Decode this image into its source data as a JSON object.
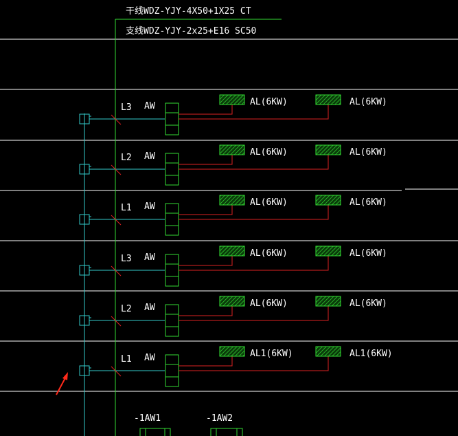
{
  "header": {
    "main_line": "干线WDZ-YJY-4X50+1X25 CT",
    "branch_line": "支线WDZ-YJY-2x25+E16 SC50"
  },
  "panels": [
    {
      "phase": "L3",
      "panel": "AW",
      "load_left": "AL(6KW)",
      "load_right": "AL(6KW)"
    },
    {
      "phase": "L2",
      "panel": "AW",
      "load_left": "AL(6KW)",
      "load_right": "AL(6KW)"
    },
    {
      "phase": "L1",
      "panel": "AW",
      "load_left": "AL(6KW)",
      "load_right": "AL(6KW)"
    },
    {
      "phase": "L3",
      "panel": "AW",
      "load_left": "AL(6KW)",
      "load_right": "AL(6KW)"
    },
    {
      "phase": "L2",
      "panel": "AW",
      "load_left": "AL(6KW)",
      "load_right": "AL(6KW)"
    },
    {
      "phase": "L1",
      "panel": "AW",
      "load_left": "AL1(6KW)",
      "load_right": "AL1(6KW)"
    }
  ],
  "bottom_labels": [
    "-1AW1",
    "-1AW2"
  ],
  "colors": {
    "background": "#000000",
    "floor_line": "#ffffff",
    "cyan_bus": "#33cccc",
    "green_riser": "#33dd33",
    "red_feeder": "#dd2222",
    "arrow": "#ff2a1a"
  },
  "icons": {
    "panel": "distribution-panel-icon",
    "load": "hatched-load-box-icon",
    "junction": "junction-box-icon",
    "pointer": "red-arrow-icon"
  }
}
